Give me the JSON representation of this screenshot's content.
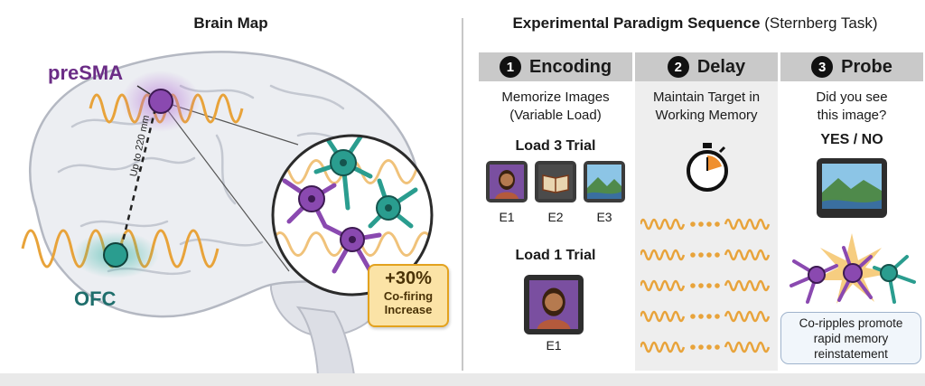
{
  "left": {
    "title": "Brain Map",
    "presma_label": "preSMA",
    "ofc_label": "OFC",
    "distance_label": "Up to 220 mm",
    "callout_value": "+30%",
    "callout_line1": "Co-firing",
    "callout_line2": "Increase"
  },
  "right": {
    "title_bold": "Experimental Paradigm Sequence",
    "title_rest": "(Sternberg Task)"
  },
  "panels": [
    {
      "number": "1",
      "title": "Encoding",
      "text1": "Memorize Images",
      "text2": "(Variable Load)",
      "load3_label": "Load 3 Trial",
      "load3_items": [
        "E1",
        "E2",
        "E3"
      ],
      "load1_label": "Load 1 Trial",
      "load1_item": "E1"
    },
    {
      "number": "2",
      "title": "Delay",
      "text1": "Maintain Target in",
      "text2": "Working Memory"
    },
    {
      "number": "3",
      "title": "Probe",
      "text1": "Did you see",
      "text2": "this image?",
      "answer": "YES / NO",
      "note1": "Co-ripples promote",
      "note2": "rapid memory",
      "note3": "reinstatement"
    }
  ],
  "colors": {
    "presma": "#7b3f9a",
    "ofc": "#2a9d8f",
    "wave": "#e8a33a",
    "callout": "#fbe3a6",
    "panel_header": "#c9c9c9"
  },
  "icons": [
    "stopwatch-icon",
    "portrait-icon",
    "book-icon",
    "landscape-icon",
    "tablet-icon",
    "neuron-icon"
  ]
}
